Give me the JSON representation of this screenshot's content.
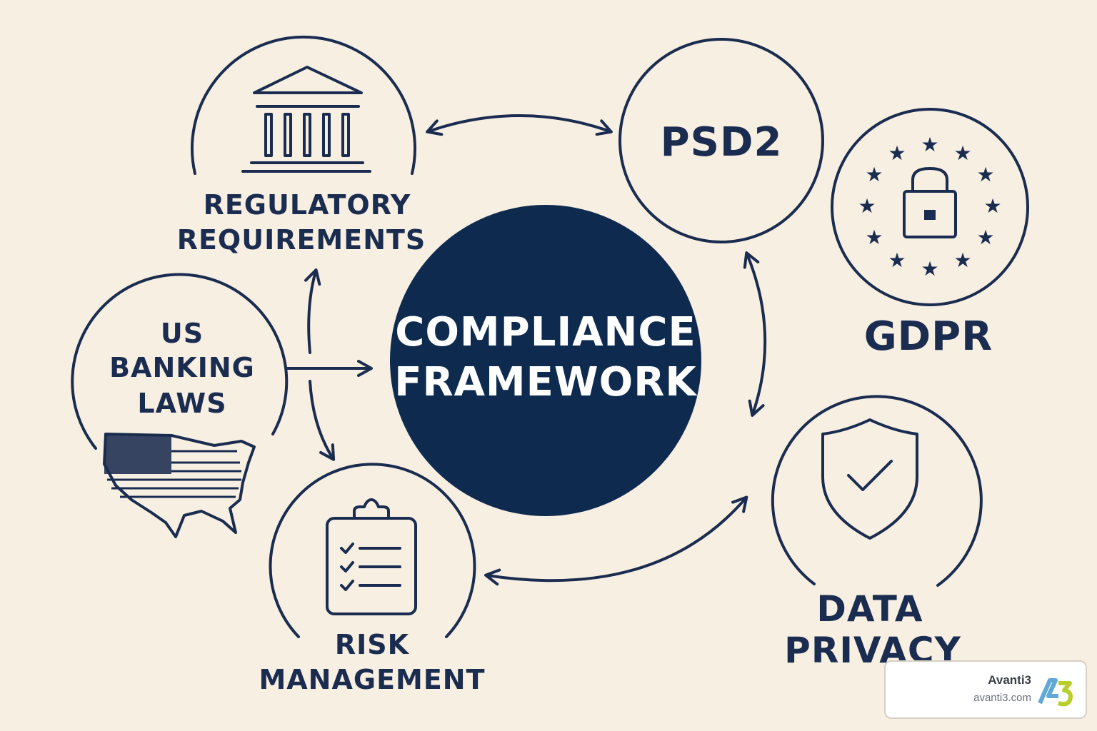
{
  "diagram": {
    "center": {
      "line1": "COMPLIANCE",
      "line2": "FRAMEWORK"
    },
    "regulatory": {
      "line1": "REGULATORY",
      "line2": "REQUIREMENTS"
    },
    "us_banking": {
      "line1": "US",
      "line2": "BANKING",
      "line3": "LAWS"
    },
    "risk": {
      "line1": "RISK",
      "line2": "MANAGEMENT"
    },
    "psd2": {
      "label": "PSD2"
    },
    "gdpr": {
      "label": "GDPR"
    },
    "data_privacy": {
      "line1": "DATA",
      "line2": "PRIVACY"
    }
  },
  "badge": {
    "name": "Avanti3",
    "url": "avanti3.com",
    "logo_text": "A3"
  },
  "colors": {
    "background": "#f8efe3",
    "navy": "#1a2c4f",
    "logo_blue": "#5fa8d8",
    "logo_green": "#b8cf2a"
  },
  "icons": [
    "bank-building-icon",
    "us-flag-map-icon",
    "clipboard-checklist-icon",
    "padlock-icon",
    "eu-stars-icon",
    "shield-check-icon"
  ]
}
